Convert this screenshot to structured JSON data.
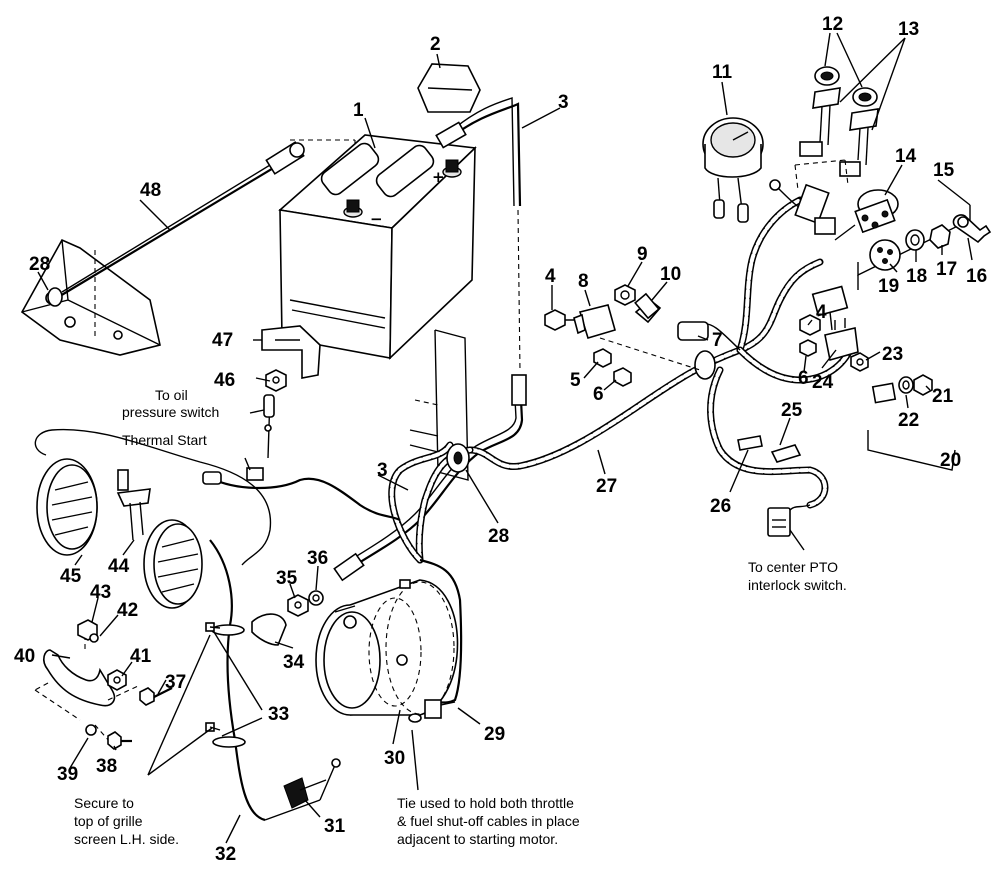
{
  "callouts": [
    {
      "id": "c1",
      "label": "1"
    },
    {
      "id": "c2",
      "label": "2"
    },
    {
      "id": "c3a",
      "label": "3"
    },
    {
      "id": "c3b",
      "label": "3"
    },
    {
      "id": "c4a",
      "label": "4"
    },
    {
      "id": "c4b",
      "label": "4"
    },
    {
      "id": "c5",
      "label": "5"
    },
    {
      "id": "c6a",
      "label": "6"
    },
    {
      "id": "c6b",
      "label": "6"
    },
    {
      "id": "c7",
      "label": "7"
    },
    {
      "id": "c8",
      "label": "8"
    },
    {
      "id": "c9",
      "label": "9"
    },
    {
      "id": "c10",
      "label": "10"
    },
    {
      "id": "c11",
      "label": "11"
    },
    {
      "id": "c12",
      "label": "12"
    },
    {
      "id": "c13",
      "label": "13"
    },
    {
      "id": "c14",
      "label": "14"
    },
    {
      "id": "c15",
      "label": "15"
    },
    {
      "id": "c16",
      "label": "16"
    },
    {
      "id": "c17",
      "label": "17"
    },
    {
      "id": "c18",
      "label": "18"
    },
    {
      "id": "c19",
      "label": "19"
    },
    {
      "id": "c20",
      "label": "20"
    },
    {
      "id": "c21",
      "label": "21"
    },
    {
      "id": "c22",
      "label": "22"
    },
    {
      "id": "c23",
      "label": "23"
    },
    {
      "id": "c24",
      "label": "24"
    },
    {
      "id": "c25",
      "label": "25"
    },
    {
      "id": "c26",
      "label": "26"
    },
    {
      "id": "c27",
      "label": "27"
    },
    {
      "id": "c28a",
      "label": "28"
    },
    {
      "id": "c28b",
      "label": "28"
    },
    {
      "id": "c29",
      "label": "29"
    },
    {
      "id": "c30",
      "label": "30"
    },
    {
      "id": "c31",
      "label": "31"
    },
    {
      "id": "c32",
      "label": "32"
    },
    {
      "id": "c33",
      "label": "33"
    },
    {
      "id": "c34",
      "label": "34"
    },
    {
      "id": "c35",
      "label": "35"
    },
    {
      "id": "c36",
      "label": "36"
    },
    {
      "id": "c37",
      "label": "37"
    },
    {
      "id": "c38",
      "label": "38"
    },
    {
      "id": "c39",
      "label": "39"
    },
    {
      "id": "c40",
      "label": "40"
    },
    {
      "id": "c41",
      "label": "41"
    },
    {
      "id": "c42",
      "label": "42"
    },
    {
      "id": "c43",
      "label": "43"
    },
    {
      "id": "c44",
      "label": "44"
    },
    {
      "id": "c45",
      "label": "45"
    },
    {
      "id": "c46",
      "label": "46"
    },
    {
      "id": "c47",
      "label": "47"
    },
    {
      "id": "c48",
      "label": "48"
    }
  ],
  "notes": {
    "oil_switch": [
      "To oil",
      "pressure switch"
    ],
    "thermal_start": "Thermal Start",
    "pto_switch": [
      "To center PTO",
      "interlock switch."
    ],
    "grille": [
      "Secure to",
      "top of grille",
      "screen L.H. side."
    ],
    "tie": [
      "Tie used to hold both throttle",
      "& fuel shut-off cables in place",
      "adjacent to starting motor."
    ]
  },
  "battery_terminals": {
    "negative": "−",
    "positive": "+"
  }
}
